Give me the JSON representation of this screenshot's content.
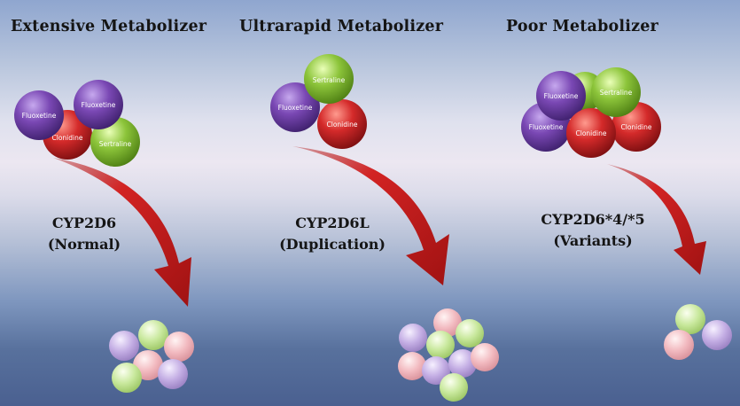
{
  "titles": {
    "extensive": "Extensive Metabolizer",
    "ultrarapid": "Ultrarapid Metabolizer",
    "poor": "Poor Metabolizer"
  },
  "enzymes": {
    "extensive": {
      "name": "CYP2D6",
      "note": "(Normal)"
    },
    "ultrarapid": {
      "name": "CYP2D6L",
      "note": "(Duplication)"
    },
    "poor": {
      "name": "CYP2D6*4/*5",
      "note": "(Variants)"
    }
  },
  "drugs": {
    "fluoxetine": "Fluoxetine",
    "sertraline": "Sertraline",
    "clonidine": "Clonidine"
  },
  "colors": {
    "fluoxetine": "#6a3d9a",
    "sertraline": "#7fb82a",
    "clonidine": "#d42a2a",
    "arrow": "#cc1f1f",
    "metabolite_purple": "#b39ad6",
    "metabolite_green": "#b9e08e",
    "metabolite_pink": "#f0b0b8"
  }
}
